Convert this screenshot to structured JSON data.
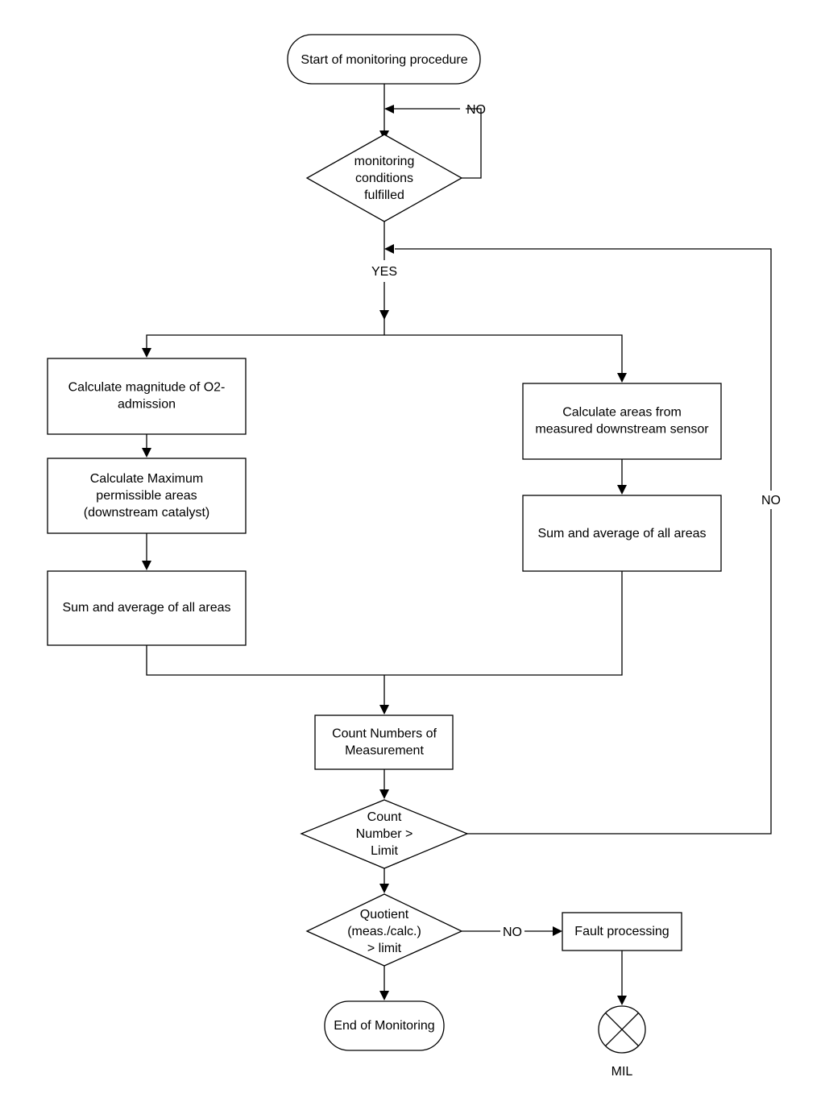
{
  "nodes": {
    "start": [
      "Start of monitoring procedure"
    ],
    "monitoring_conditions": [
      "monitoring",
      "conditions",
      "fulfilled"
    ],
    "calc_magnitude": [
      "Calculate magnitude of O2-",
      "admission"
    ],
    "calc_max_areas": [
      "Calculate Maximum",
      "permissible areas",
      "(downstream catalyst)"
    ],
    "sum_avg_left": [
      "Sum and average of all areas"
    ],
    "calc_areas_sensor": [
      "Calculate areas from",
      "measured downstream sensor"
    ],
    "sum_avg_right": [
      "Sum and average of all areas"
    ],
    "count_numbers": [
      "Count Numbers of",
      "Measurement"
    ],
    "count_limit": [
      "Count",
      "Number >",
      "Limit"
    ],
    "quotient": [
      "Quotient",
      "(meas./calc.)",
      "> limit"
    ],
    "fault_processing": [
      "Fault processing"
    ],
    "end": [
      "End of Monitoring"
    ],
    "mil": [
      "MIL"
    ]
  },
  "edge_labels": {
    "no_top": "NO",
    "yes": "YES",
    "no_right": "NO",
    "no_fault": "NO"
  }
}
